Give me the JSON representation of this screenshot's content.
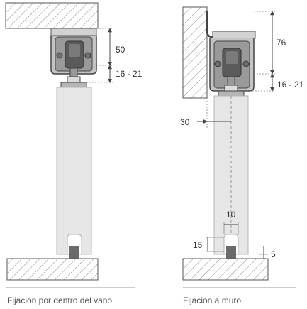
{
  "diagrams": [
    {
      "caption": "Fijación por dentro del vano",
      "dimensions": {
        "track_height": "50",
        "adjust_range": "16 - 21"
      }
    },
    {
      "caption": "Fijación a muro",
      "dimensions": {
        "track_height": "76",
        "adjust_range": "16 - 21",
        "wall_offset": "30",
        "guide_width": "10",
        "guide_height": "15",
        "floor_recess": "5"
      }
    }
  ],
  "colors": {
    "line": "#555555",
    "door_panel": "#e6e6e6",
    "track_body": "#8c8c8c",
    "hatch": "#888888",
    "background": "#ffffff"
  }
}
